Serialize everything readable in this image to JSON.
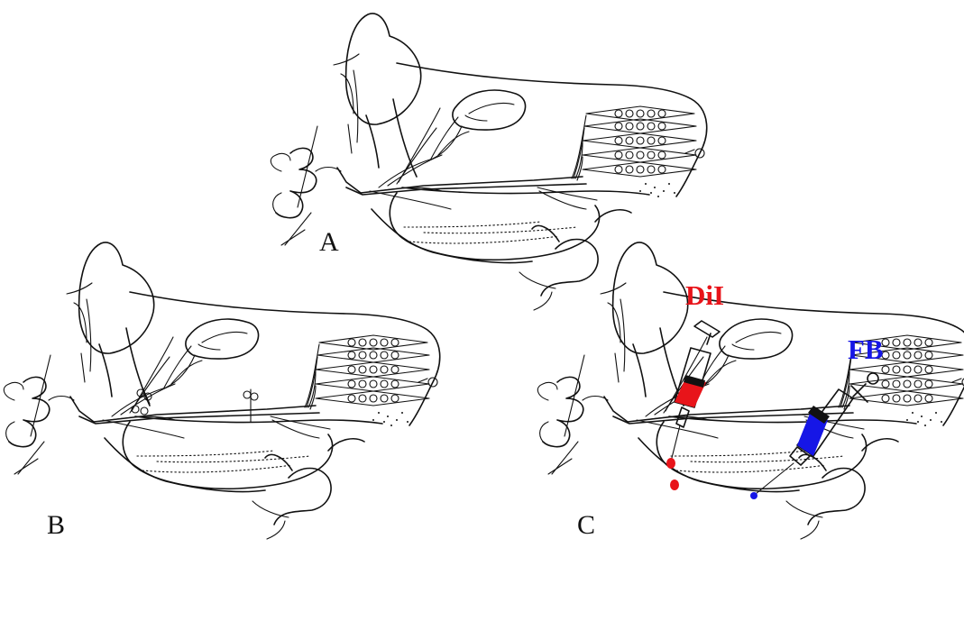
{
  "panels": [
    {
      "id": "A",
      "label": "A"
    },
    {
      "id": "B",
      "label": "B"
    },
    {
      "id": "C",
      "label": "C"
    }
  ],
  "injections": [
    {
      "label": "DiI",
      "color": "#e8141a"
    },
    {
      "label": "FB",
      "color": "#1616e6"
    }
  ],
  "colors": {
    "ink": "#111111",
    "background": "#ffffff"
  }
}
